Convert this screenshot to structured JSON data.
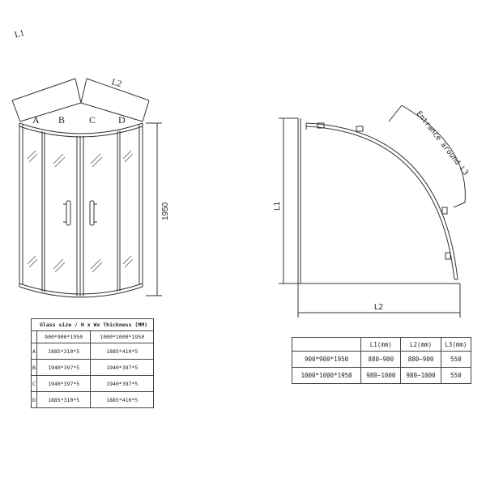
{
  "front_view": {
    "dim_l1": "L1",
    "dim_l2": "L2",
    "height": "1950",
    "panel_labels": [
      "A",
      "B",
      "C",
      "D"
    ]
  },
  "plan_view": {
    "dim_l1": "L1",
    "dim_l2": "L2",
    "entrance_label": "Entrance around L3"
  },
  "glass_table": {
    "caption": "Glass size / H x Wx Thickness (MM)",
    "columns": [
      "",
      "900*900*1950",
      "1000*1000*1950"
    ],
    "rows": [
      {
        "label": "A",
        "v1": "1885*310*5",
        "v2": "1885*410*5"
      },
      {
        "label": "B",
        "v1": "1940*397*5",
        "v2": "1940*397*5"
      },
      {
        "label": "C",
        "v1": "1940*397*5",
        "v2": "1940*397*5"
      },
      {
        "label": "D",
        "v1": "1885*310*5",
        "v2": "1885*410*5"
      }
    ]
  },
  "size_table": {
    "columns": [
      "",
      "L1(mm)",
      "L2(mm)",
      "L3(mm)"
    ],
    "rows": [
      {
        "model": "900*900*1950",
        "l1": "880~900",
        "l2": "880~900",
        "l3": "550"
      },
      {
        "model": "1000*1000*1950",
        "l1": "980~1000",
        "l2": "980~1000",
        "l3": "550"
      }
    ]
  }
}
